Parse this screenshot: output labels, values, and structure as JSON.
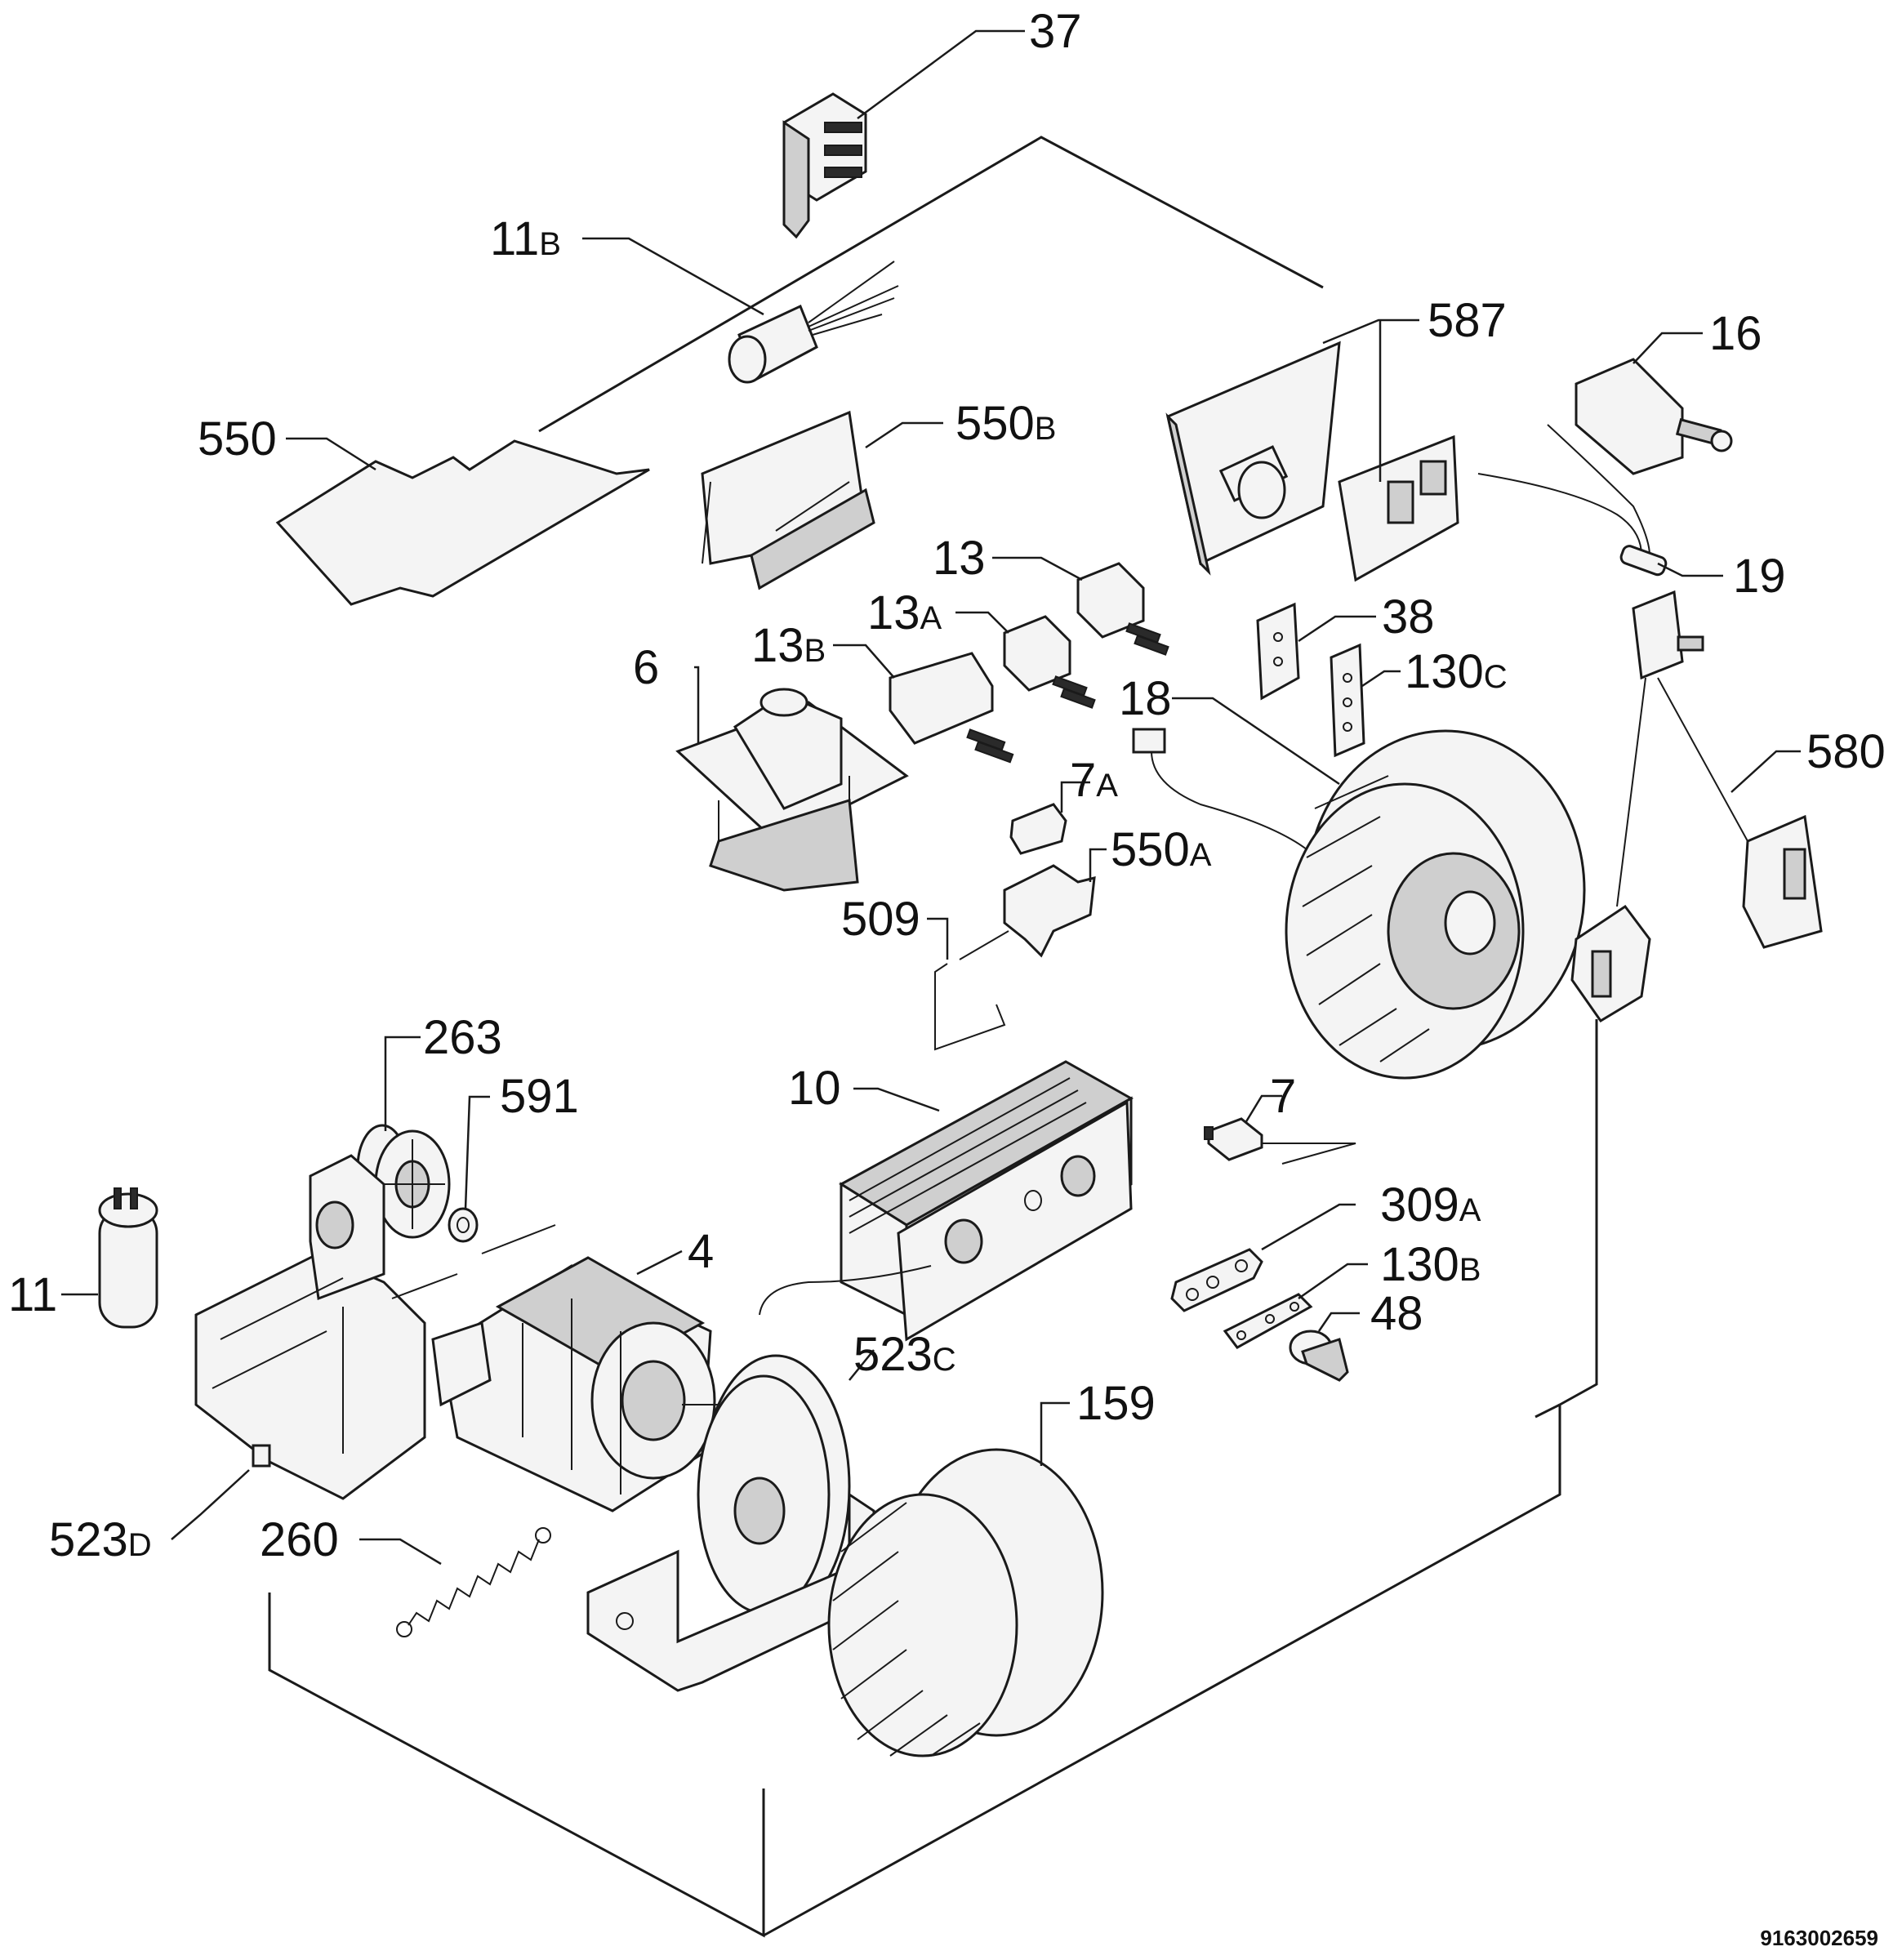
{
  "document_number": "9163002659",
  "callouts": [
    {
      "id": "c37",
      "num": "37",
      "suffix": ""
    },
    {
      "id": "c11b",
      "num": "11",
      "suffix": "B"
    },
    {
      "id": "c550",
      "num": "550",
      "suffix": ""
    },
    {
      "id": "c550b",
      "num": "550",
      "suffix": "B"
    },
    {
      "id": "c587",
      "num": "587",
      "suffix": ""
    },
    {
      "id": "c16",
      "num": "16",
      "suffix": ""
    },
    {
      "id": "c19",
      "num": "19",
      "suffix": ""
    },
    {
      "id": "c13",
      "num": "13",
      "suffix": ""
    },
    {
      "id": "c13a",
      "num": "13",
      "suffix": "A"
    },
    {
      "id": "c13b",
      "num": "13",
      "suffix": "B"
    },
    {
      "id": "c38",
      "num": "38",
      "suffix": ""
    },
    {
      "id": "c130c",
      "num": "130",
      "suffix": "C"
    },
    {
      "id": "c6",
      "num": "6",
      "suffix": ""
    },
    {
      "id": "c18",
      "num": "18",
      "suffix": ""
    },
    {
      "id": "c580",
      "num": "580",
      "suffix": ""
    },
    {
      "id": "c7a",
      "num": "7",
      "suffix": "A"
    },
    {
      "id": "c550a",
      "num": "550",
      "suffix": "A"
    },
    {
      "id": "c509",
      "num": "509",
      "suffix": ""
    },
    {
      "id": "c263",
      "num": "263",
      "suffix": ""
    },
    {
      "id": "c591",
      "num": "591",
      "suffix": ""
    },
    {
      "id": "c10",
      "num": "10",
      "suffix": ""
    },
    {
      "id": "c7",
      "num": "7",
      "suffix": ""
    },
    {
      "id": "c309a",
      "num": "309",
      "suffix": "A"
    },
    {
      "id": "c4",
      "num": "4",
      "suffix": ""
    },
    {
      "id": "c11",
      "num": "11",
      "suffix": ""
    },
    {
      "id": "c130b",
      "num": "130",
      "suffix": "B"
    },
    {
      "id": "c48",
      "num": "48",
      "suffix": ""
    },
    {
      "id": "c523c",
      "num": "523",
      "suffix": "C"
    },
    {
      "id": "c159",
      "num": "159",
      "suffix": ""
    },
    {
      "id": "c523d",
      "num": "523",
      "suffix": "D"
    },
    {
      "id": "c260",
      "num": "260",
      "suffix": ""
    }
  ]
}
